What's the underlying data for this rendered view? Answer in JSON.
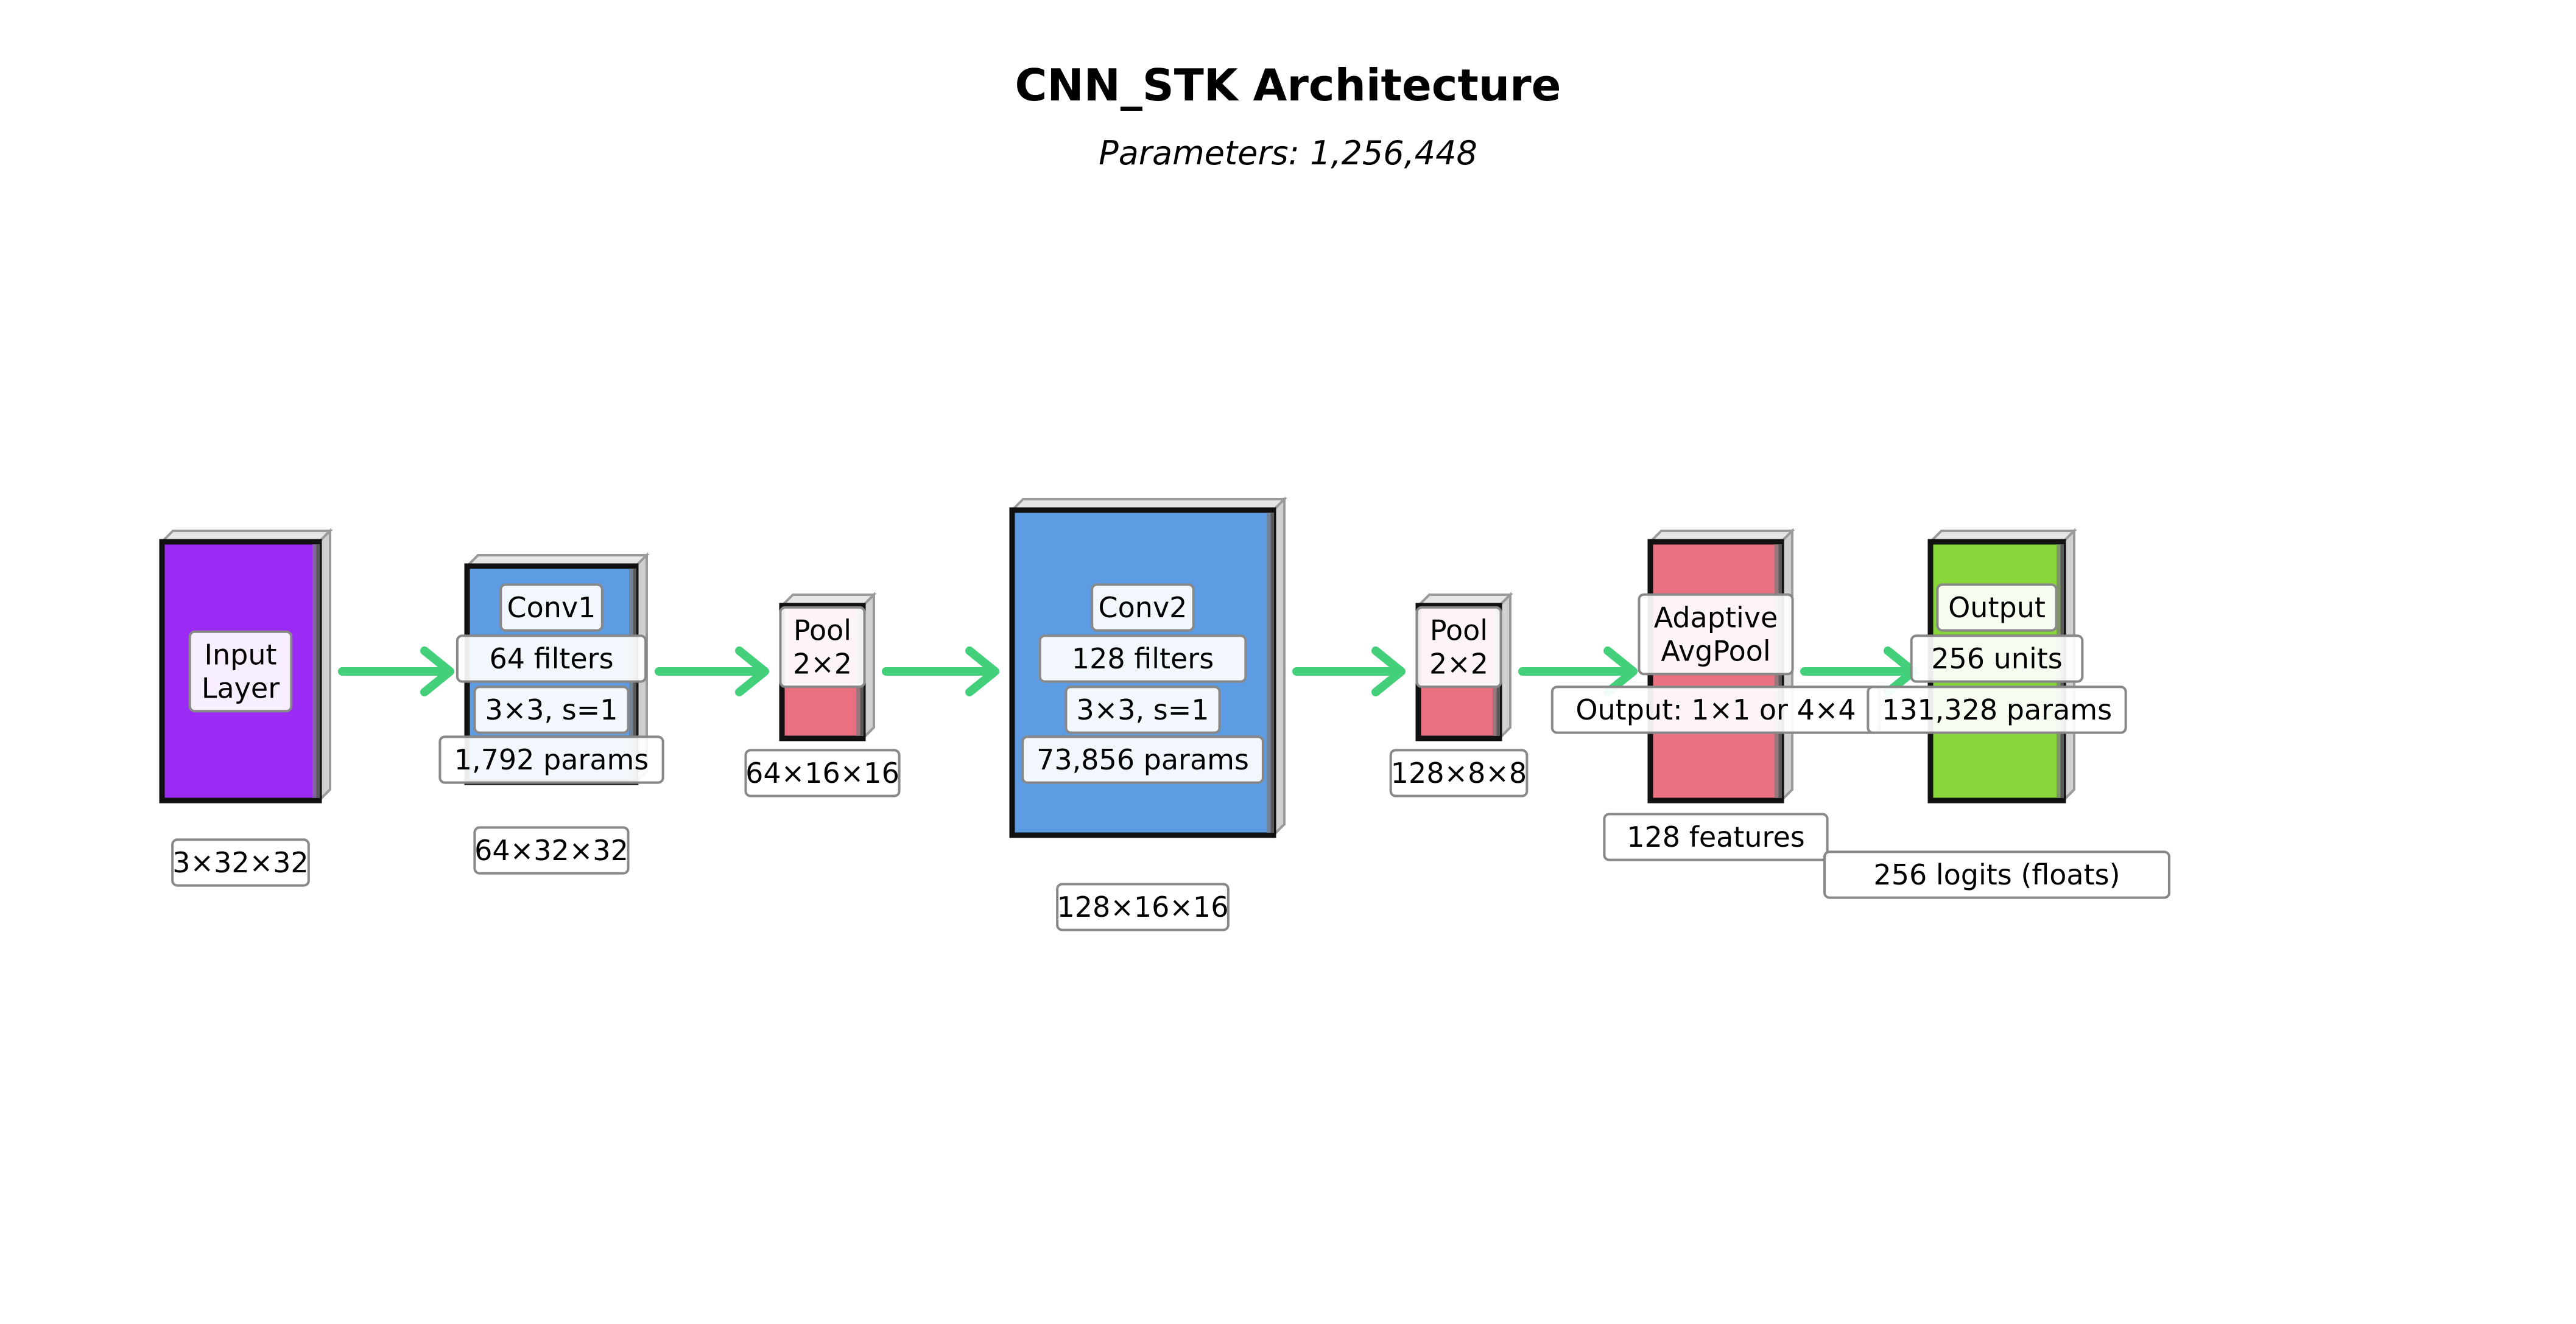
{
  "title": "CNN_STK Architecture",
  "subtitle": "Parameters: 1,256,448",
  "colors": {
    "input": "#9b2af5",
    "conv": "#5d9be3",
    "pool": "#ea6f81",
    "output": "#88d63a",
    "arrow": "#44d07a"
  },
  "layers": [
    {
      "id": "input",
      "kind": "input",
      "labels": [
        "Input\nLayer"
      ],
      "shape": "3×32×32"
    },
    {
      "id": "conv1",
      "kind": "conv",
      "labels": [
        "Conv1",
        "64 filters",
        "3×3, s=1",
        "1,792 params"
      ],
      "shape": "64×32×32"
    },
    {
      "id": "pool1",
      "kind": "pool",
      "labels": [
        "Pool\n2×2"
      ],
      "shape": "64×16×16"
    },
    {
      "id": "conv2",
      "kind": "conv",
      "labels": [
        "Conv2",
        "128 filters",
        "3×3, s=1",
        "73,856 params"
      ],
      "shape": "128×16×16"
    },
    {
      "id": "pool2",
      "kind": "pool",
      "labels": [
        "Pool\n2×2"
      ],
      "shape": "128×8×8"
    },
    {
      "id": "avgpool",
      "kind": "pool",
      "labels": [
        "Adaptive\nAvgPool",
        "Output: 1×1 or 4×4"
      ],
      "shape": "128 features"
    },
    {
      "id": "output",
      "kind": "output",
      "labels": [
        "Output",
        "256 units",
        "131,328 params"
      ],
      "shape": "256 logits (floats)"
    }
  ]
}
